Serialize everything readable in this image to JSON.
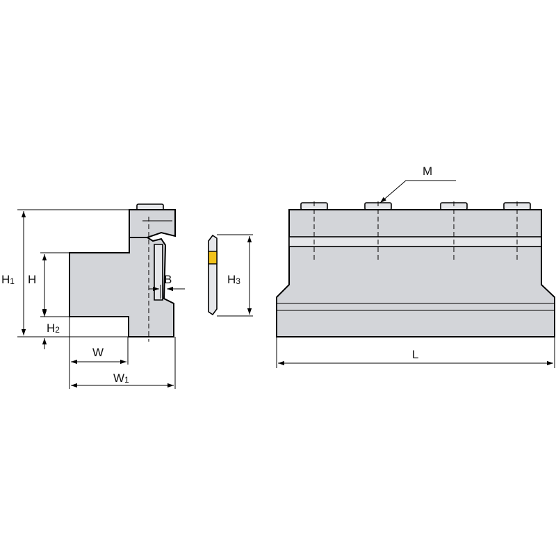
{
  "dimensions": {
    "H1": {
      "main": "H",
      "sub": "1"
    },
    "H": {
      "main": "H",
      "sub": ""
    },
    "H2": {
      "main": "H",
      "sub": "2"
    },
    "W": {
      "main": "W",
      "sub": ""
    },
    "W1": {
      "main": "W",
      "sub": "1"
    },
    "B": {
      "main": "B",
      "sub": ""
    },
    "H3": {
      "main": "H",
      "sub": "3"
    },
    "L": {
      "main": "L",
      "sub": ""
    },
    "M": {
      "main": "M",
      "sub": ""
    }
  },
  "colors": {
    "body": "#d3d5d9",
    "insert_tip": "#f2c21b",
    "outline": "#000000"
  }
}
